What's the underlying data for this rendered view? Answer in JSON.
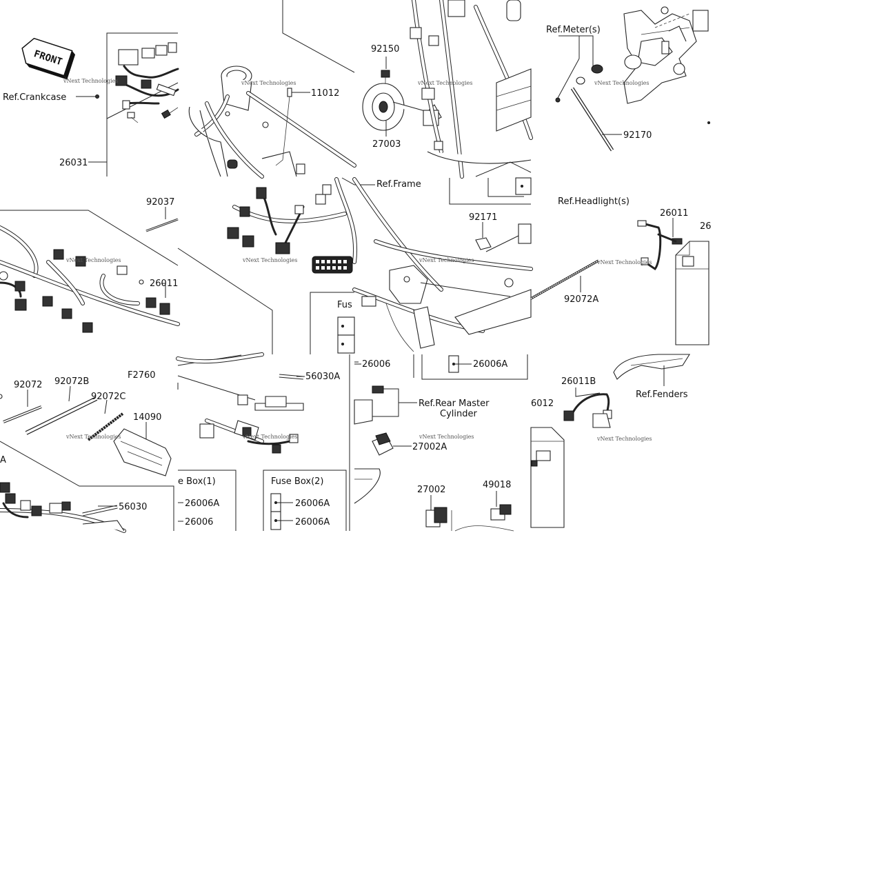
{
  "diagram_code": "F2760",
  "front_sign": "FRONT",
  "watermark": "vNext Technologies",
  "labels": {
    "ref_crankcase": "Ref.Crankcase",
    "p26031": "26031",
    "p11012": "11012",
    "p92150": "92150",
    "p27003": "27003",
    "ref_meter": "Ref.Meter(s)",
    "p92170": "92170",
    "ref_frame": "Ref.Frame",
    "ref_headlight": "Ref.Headlight(s)",
    "p92037": "92037",
    "p26011_left": "26011",
    "p92171": "92171",
    "p26011_right": "26011",
    "p26_partial": "26",
    "p92072A": "92072A",
    "fus_partial": "Fus",
    "p26006_mid": "26006",
    "p26006A_mid": "26006A",
    "p92072": "92072",
    "p92072B": "92072B",
    "p92072C": "92072C",
    "p14090": "14090",
    "p56030A": "56030A",
    "ref_rear_master_1": "Ref.Rear Master",
    "ref_rear_master_2": "Cylinder",
    "p27002A": "27002A",
    "p26011B": "26011B",
    "p6012_partial": "6012",
    "ref_fenders": "Ref.Fenders",
    "a_partial": "A",
    "p56030": "56030",
    "fuse_box_1": "e Box(1)",
    "fb1_26006A": "26006A",
    "fb1_26006": "26006",
    "fuse_box_2": "Fuse Box(2)",
    "fb2_26006A_1": "26006A",
    "fb2_26006A_2": "26006A",
    "p27002": "27002",
    "p49018": "49018"
  }
}
